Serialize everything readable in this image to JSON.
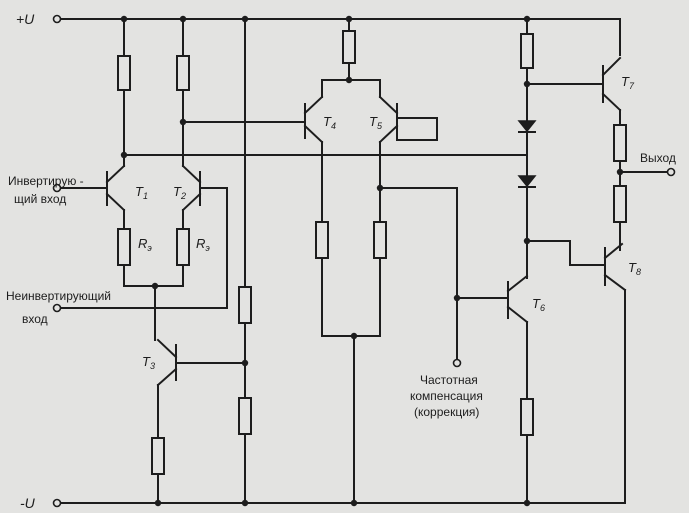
{
  "labels": {
    "pos_rail": "+U",
    "neg_rail": "-U",
    "inv_input_line1": "Инвертирую -",
    "inv_input_line2": "щий  вход",
    "noninv_input_line1": "Неинвертирующий",
    "noninv_input_line2": "вход",
    "output": "Выход",
    "comp_line1": "Частотная",
    "comp_line2": "компенсация",
    "comp_line3": "(коррекция)"
  },
  "transistors": {
    "t1": {
      "name": "T",
      "sub": "1"
    },
    "t2": {
      "name": "T",
      "sub": "2"
    },
    "t3": {
      "name": "T",
      "sub": "3"
    },
    "t4": {
      "name": "T",
      "sub": "4"
    },
    "t5": {
      "name": "T",
      "sub": "5"
    },
    "t6": {
      "name": "T",
      "sub": "6"
    },
    "t7": {
      "name": "T",
      "sub": "7"
    },
    "t8": {
      "name": "T",
      "sub": "8"
    }
  },
  "resistors": {
    "re_left": {
      "name": "R",
      "sub": "э"
    },
    "re_right": {
      "name": "R",
      "sub": "э"
    }
  }
}
